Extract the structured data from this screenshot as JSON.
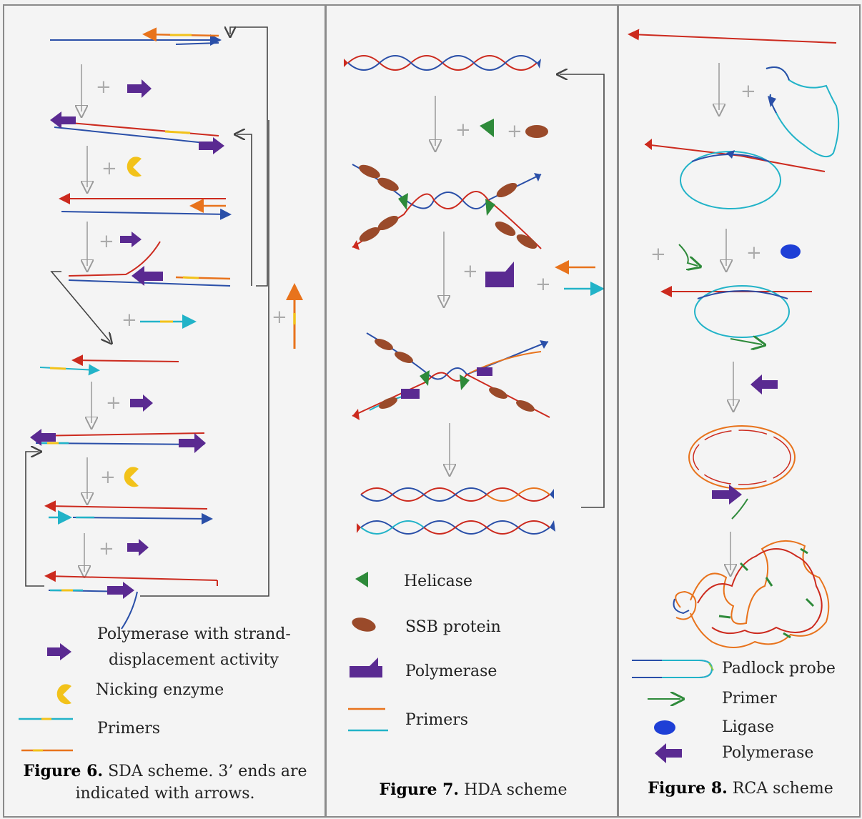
{
  "figure6": {
    "legend": {
      "polymerase_line1": "Polymerase with strand-",
      "polymerase_line2": "displacement activity",
      "nicking": "Nicking enzyme",
      "primers": "Primers"
    },
    "caption_bold": "Figure 6.",
    "caption_line1": "SDA scheme. 3’ ends are",
    "caption_line2": "indicated with arrows."
  },
  "figure7": {
    "legend": {
      "helicase": "Helicase",
      "ssb": "SSB protein",
      "polymerase": "Polymerase",
      "primers": "Primers"
    },
    "caption_bold": "Figure 7.",
    "caption_rest": "HDA scheme"
  },
  "figure8": {
    "legend": {
      "padlock": "Padlock probe",
      "primer": "Primer",
      "ligase": "Ligase",
      "polymerase": "Polymerase"
    },
    "caption_bold": "Figure 8.",
    "caption_rest": "RCA scheme"
  },
  "colors": {
    "red_strand": "#cc2a1e",
    "blue_strand": "#2a4fa8",
    "orange": "#e8731c",
    "yellow": "#f2c21a",
    "cyan": "#22b3c8",
    "purple": "#5a2a91",
    "green": "#2e8a3a",
    "brown": "#9a4a2a",
    "gray_arrow": "#a6a6a6"
  }
}
